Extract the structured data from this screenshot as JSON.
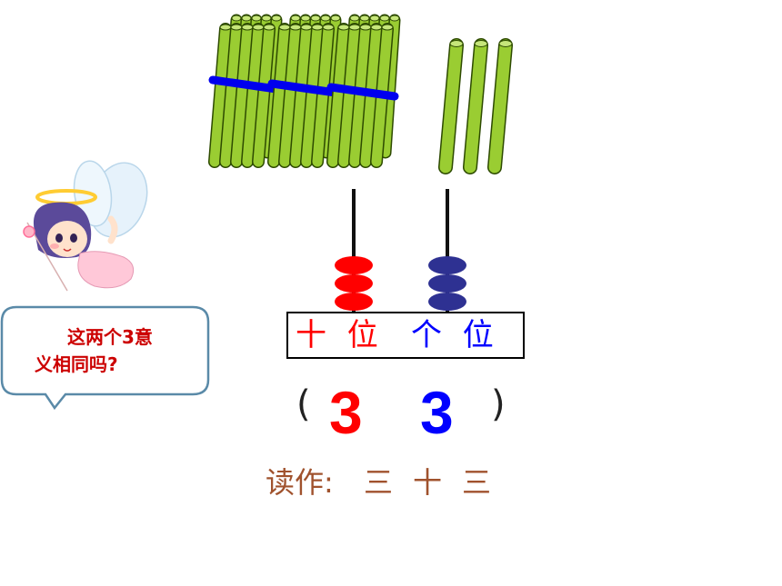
{
  "place_value": {
    "tens_label": "十 位",
    "ones_label": "个 位",
    "tens_color": "#ff0000",
    "ones_color": "#0000ff"
  },
  "number": {
    "open_paren": "(",
    "tens_digit": "3",
    "ones_digit": "3",
    "close_paren": ")"
  },
  "reading": {
    "label": "读作:",
    "words": [
      "三",
      "十",
      "三"
    ]
  },
  "speech_bubble": {
    "line1": "这两个3意",
    "line2": "义相同吗?"
  },
  "counters": {
    "tens_bundles": 3,
    "single_sticks": 3,
    "tens_beads": 3,
    "ones_beads": 3
  },
  "colors": {
    "stick_fill": "#9acd32",
    "stick_outline": "#2d4a00",
    "band": "#0000ee",
    "tens_bead": "#ff0000",
    "ones_bead": "#2e3192",
    "bubble_border": "#5a8aa8",
    "text_brown": "#a0522d"
  }
}
